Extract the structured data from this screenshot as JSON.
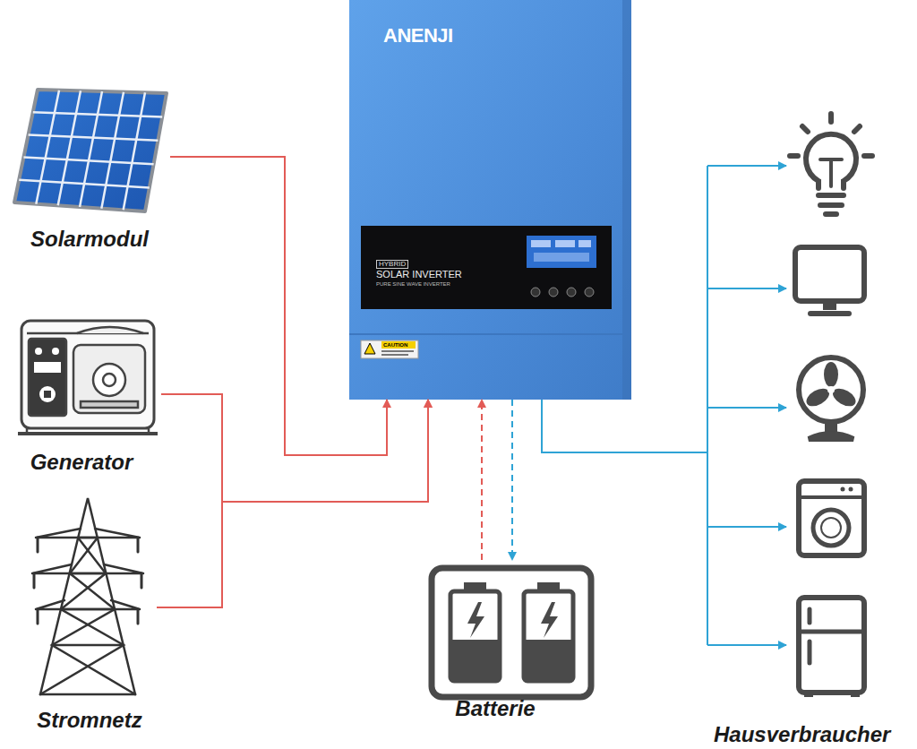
{
  "diagram": {
    "nodes": [
      {
        "text": [
          "Solarmodul"
        ]
      },
      {
        "text": [
          "Generator"
        ]
      },
      {
        "text": [
          "Stromnetz"
        ]
      },
      {
        "text": [
          "ANENJI",
          "HYBRID",
          "SOLAR INVERTER",
          "PURE SINE WAVE INVERTER",
          "CAUTION"
        ]
      },
      {
        "text": [
          "Batterie"
        ]
      },
      {
        "text": [
          "Hausverbraucher"
        ]
      }
    ],
    "edges": [
      {
        "from": 0,
        "to": 3,
        "arrow": "to"
      },
      {
        "from": 1,
        "to": 3,
        "arrow": "to"
      },
      {
        "from": 2,
        "to": 3,
        "arrow": "to"
      },
      {
        "from": 4,
        "to": 3,
        "arrow": "to"
      },
      {
        "from": 3,
        "to": 4,
        "arrow": "to"
      },
      {
        "from": 3,
        "to": 5,
        "arrow": "to"
      }
    ]
  }
}
